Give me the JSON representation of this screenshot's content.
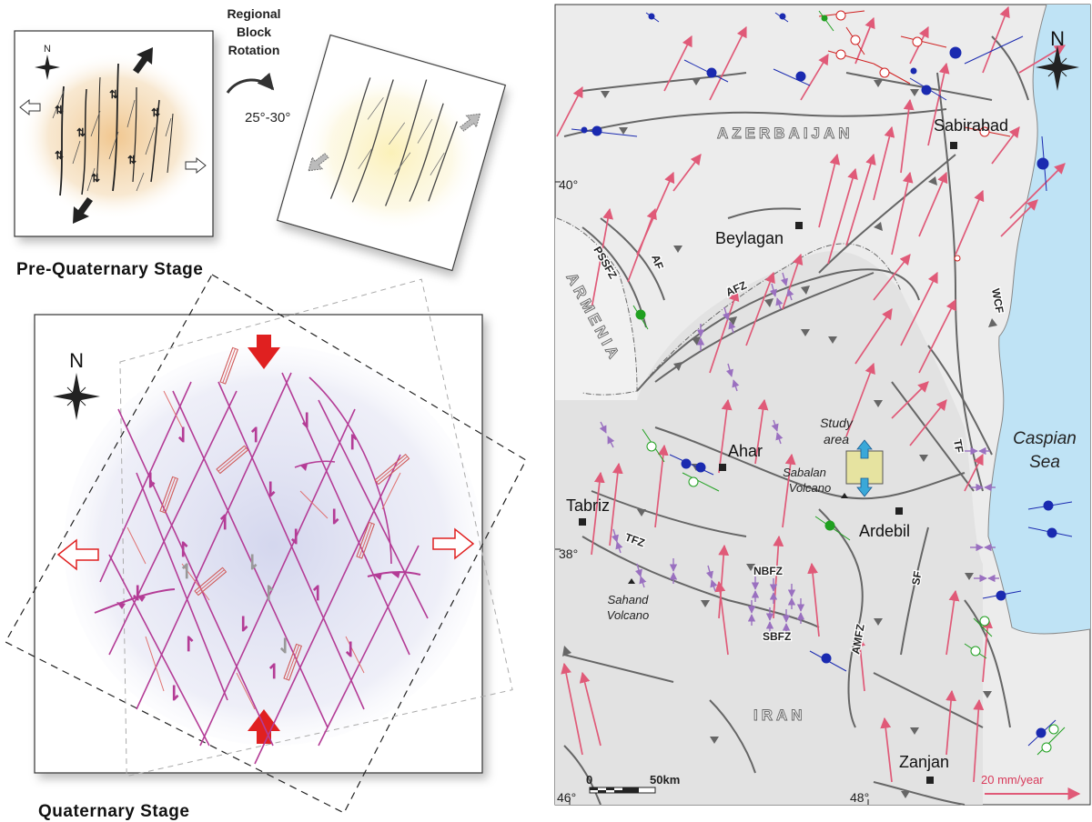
{
  "left": {
    "pre_title": "Pre-Quaternary Stage",
    "rotation_label": [
      "Regional",
      "Block",
      "Rotation"
    ],
    "rotation_angle": "25°-30°",
    "north_letter": "N",
    "quat_title": "Quaternary Stage"
  },
  "map": {
    "countries": {
      "azerbaijan": "AZERBAIJAN",
      "armenia": "ARMENIA",
      "iran": "IRAN"
    },
    "cities": {
      "sabirabad": "Sabirabad",
      "beylagan": "Beylagan",
      "ahar": "Ahar",
      "tabriz": "Tabriz",
      "ardebil": "Ardebil",
      "zanjan": "Zanjan"
    },
    "volcanoes": {
      "sabalan": [
        "Sabalan",
        "Volcano"
      ],
      "sahand": [
        "Sahand",
        "Volcano"
      ]
    },
    "study_area": [
      "Study",
      "area"
    ],
    "sea": [
      "Caspian",
      "Sea"
    ],
    "faults": {
      "pssfz": "PSSFZ",
      "af": "AF",
      "afz": "AFZ",
      "wcf": "WCF",
      "tf": "TF",
      "tfz": "TFZ",
      "nbfz": "NBFZ",
      "sbfz": "SBFZ",
      "amfz": "AMFZ",
      "sf": "SF"
    },
    "lat": {
      "l40": "40°",
      "l38": "38°"
    },
    "lon": {
      "l46": "46°",
      "l48": "48°"
    },
    "scale": {
      "zero": "0",
      "fifty": "50km"
    },
    "velocity_label": "20 mm/year",
    "north_letter": "N"
  },
  "colors": {
    "gps": "#e05a78",
    "plum": "#b43c96",
    "mech_blue": "#1a2ab0",
    "mech_red": "#d02020",
    "mech_green": "#20a020",
    "mech_purple": "#9a70c0",
    "sea": "#bfe3f5",
    "land": "#ececec",
    "fault": "#666666"
  }
}
